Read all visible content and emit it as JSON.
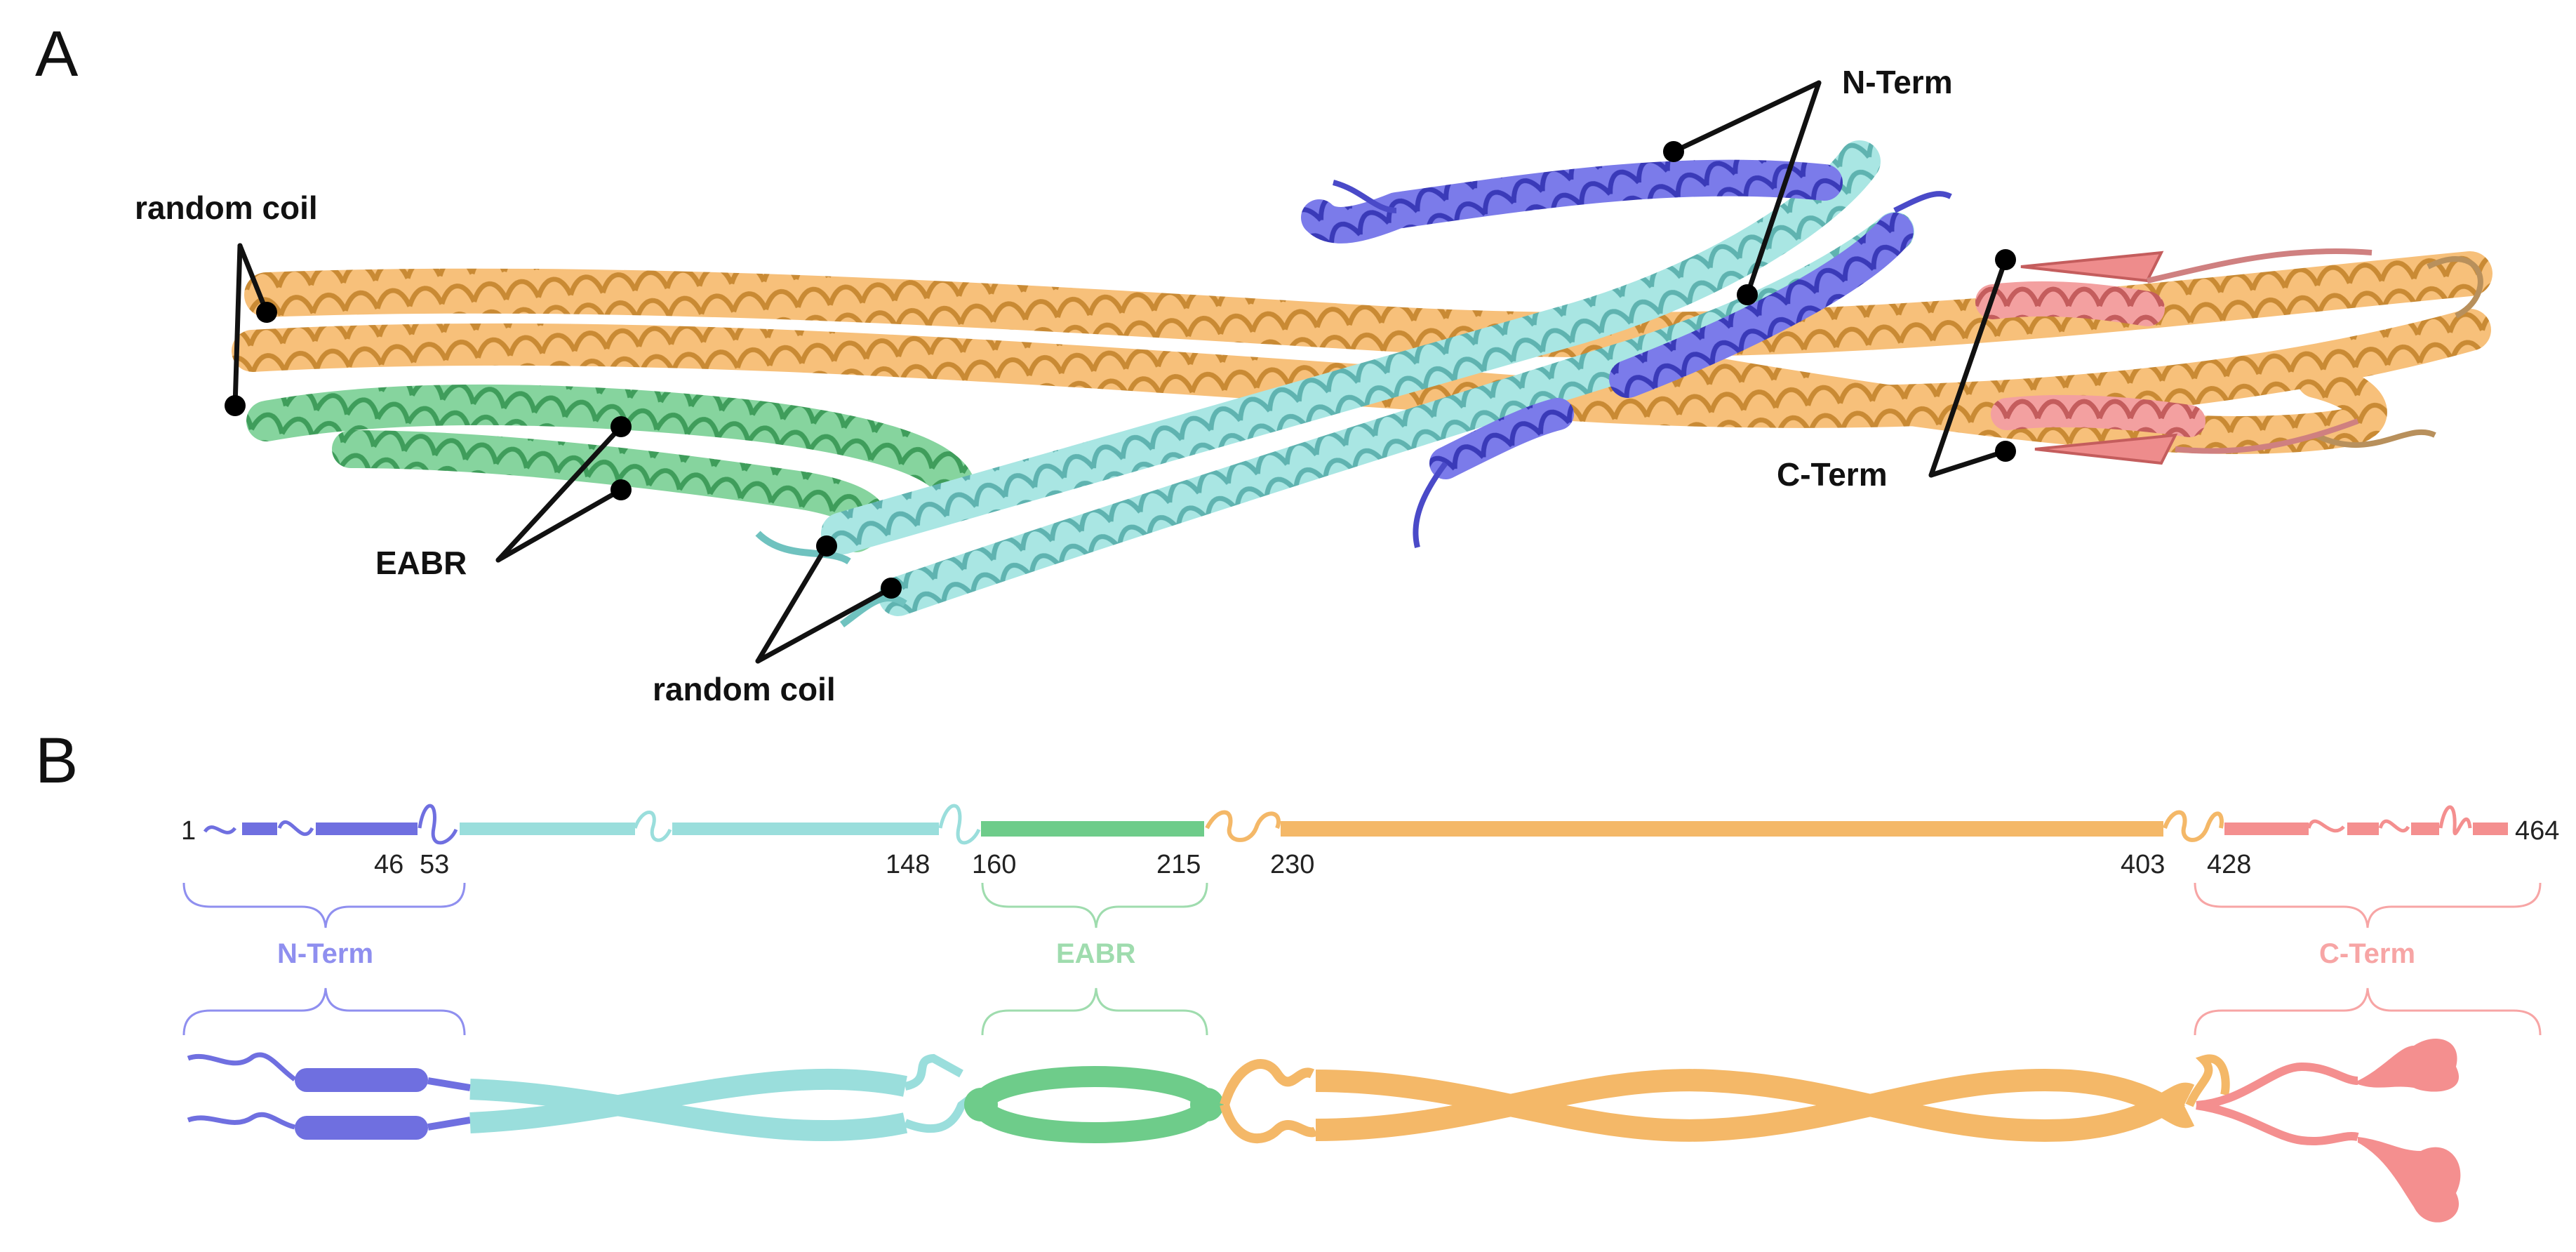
{
  "panels": {
    "a": "A",
    "b": "B"
  },
  "callouts": {
    "nterm": "N-Term",
    "cterm": "C-Term",
    "eabr": "EABR",
    "random_coil_top": "random coil",
    "random_coil_bottom": "random coil"
  },
  "domain_labels": {
    "nterm": "N-Term",
    "eabr": "EABR",
    "cterm": "C-Term"
  },
  "residue_numbers": [
    "1",
    "46",
    "53",
    "148",
    "160",
    "215",
    "230",
    "403",
    "428",
    "464"
  ],
  "colors": {
    "nterm": "#6f6fe0",
    "coil1": "#9adedc",
    "eabr": "#6ecc8a",
    "coil2": "#f4b868",
    "cterm": "#f48f8f",
    "nterm_label": "#8f8fef",
    "eabr_label": "#9fdcae",
    "cterm_label": "#f7a5a5"
  }
}
